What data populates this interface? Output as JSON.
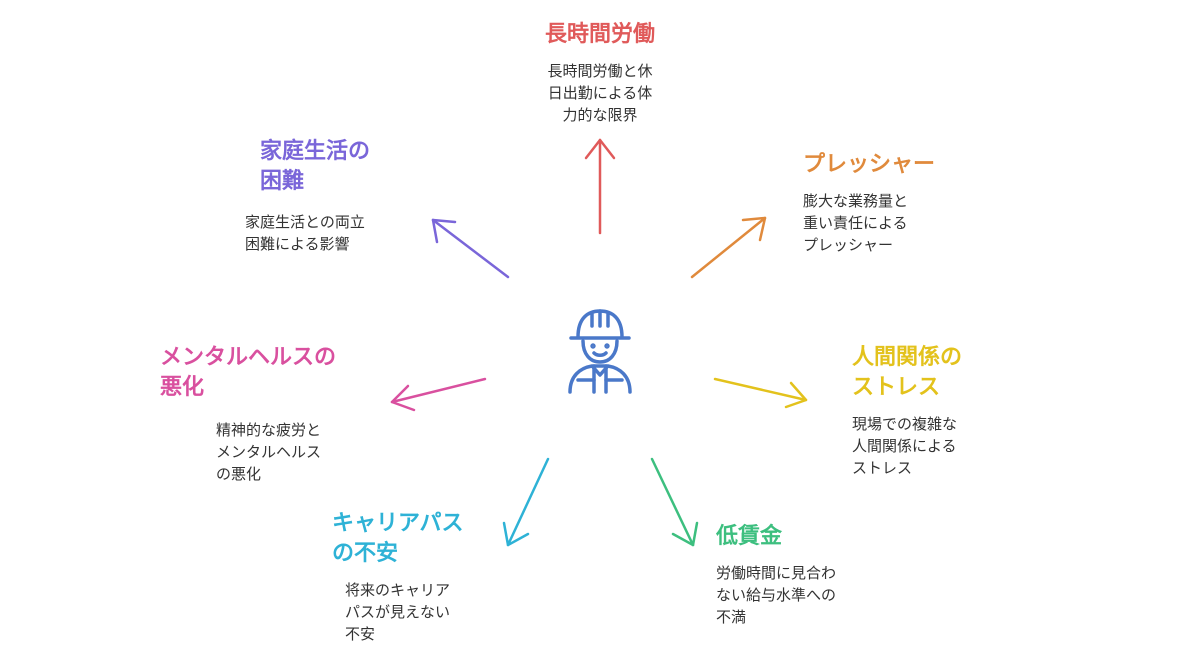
{
  "colors": {
    "long_hours": "#e05a5a",
    "pressure": "#e08a3c",
    "relations": "#e3c21c",
    "low_wage": "#3dbf7f",
    "career": "#2eb2d6",
    "mental": "#d9509f",
    "family": "#7a66d9",
    "worker_icon": "#4a78c9"
  },
  "center": {
    "icon": "construction-worker-icon"
  },
  "nodes": {
    "long_hours": {
      "title": "長時間労働",
      "description": "長時間労働と休\n日出勤による体\n力的な限界"
    },
    "pressure": {
      "title": "プレッシャー",
      "description": "膨大な業務量と\n重い責任による\nプレッシャー"
    },
    "relations": {
      "title": "人間関係の\nストレス",
      "description": "現場での複雑な\n人間関係による\nストレス"
    },
    "low_wage": {
      "title": "低賃金",
      "description": "労働時間に見合わ\nない給与水準への\n不満"
    },
    "career": {
      "title": "キャリアパス\nの不安",
      "description": "将来のキャリア\nパスが見えない\n不安"
    },
    "mental": {
      "title": "メンタルヘルスの\n悪化",
      "description": "精神的な疲労と\nメンタルヘルス\nの悪化"
    },
    "family": {
      "title": "家庭生活の\n困難",
      "description": "家庭生活との両立\n困難による影響"
    }
  }
}
